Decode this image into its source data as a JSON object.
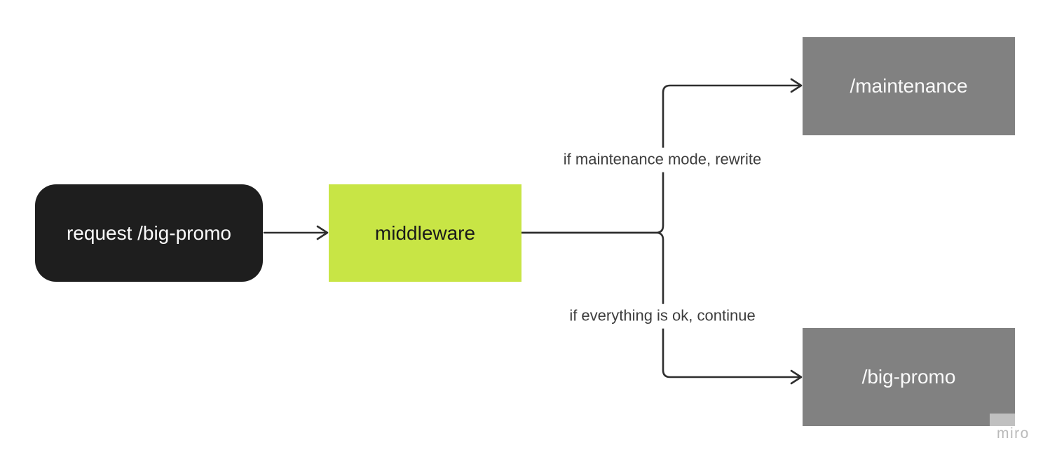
{
  "diagram": {
    "nodes": {
      "request": {
        "label": "request /big-promo",
        "bg": "#1e1e1e",
        "text_color": "#fafafa"
      },
      "middleware": {
        "label": "middleware",
        "bg": "#c8e545",
        "text_color": "#1a1a1a"
      },
      "maintenance": {
        "label": "/maintenance",
        "bg": "#818181",
        "text_color": "#fafafa"
      },
      "big_promo": {
        "label": "/big-promo",
        "bg": "#818181",
        "text_color": "#fafafa"
      }
    },
    "edge_labels": {
      "maintenance": "if maintenance mode, rewrite",
      "continue": "if everything is ok, continue"
    },
    "colors": {
      "connector": "#2e2e2e",
      "edge_label_text": "#3d3d3d",
      "canvas_bg": "#ffffff"
    }
  },
  "watermark": {
    "label": "miro",
    "color": "#bababa"
  }
}
